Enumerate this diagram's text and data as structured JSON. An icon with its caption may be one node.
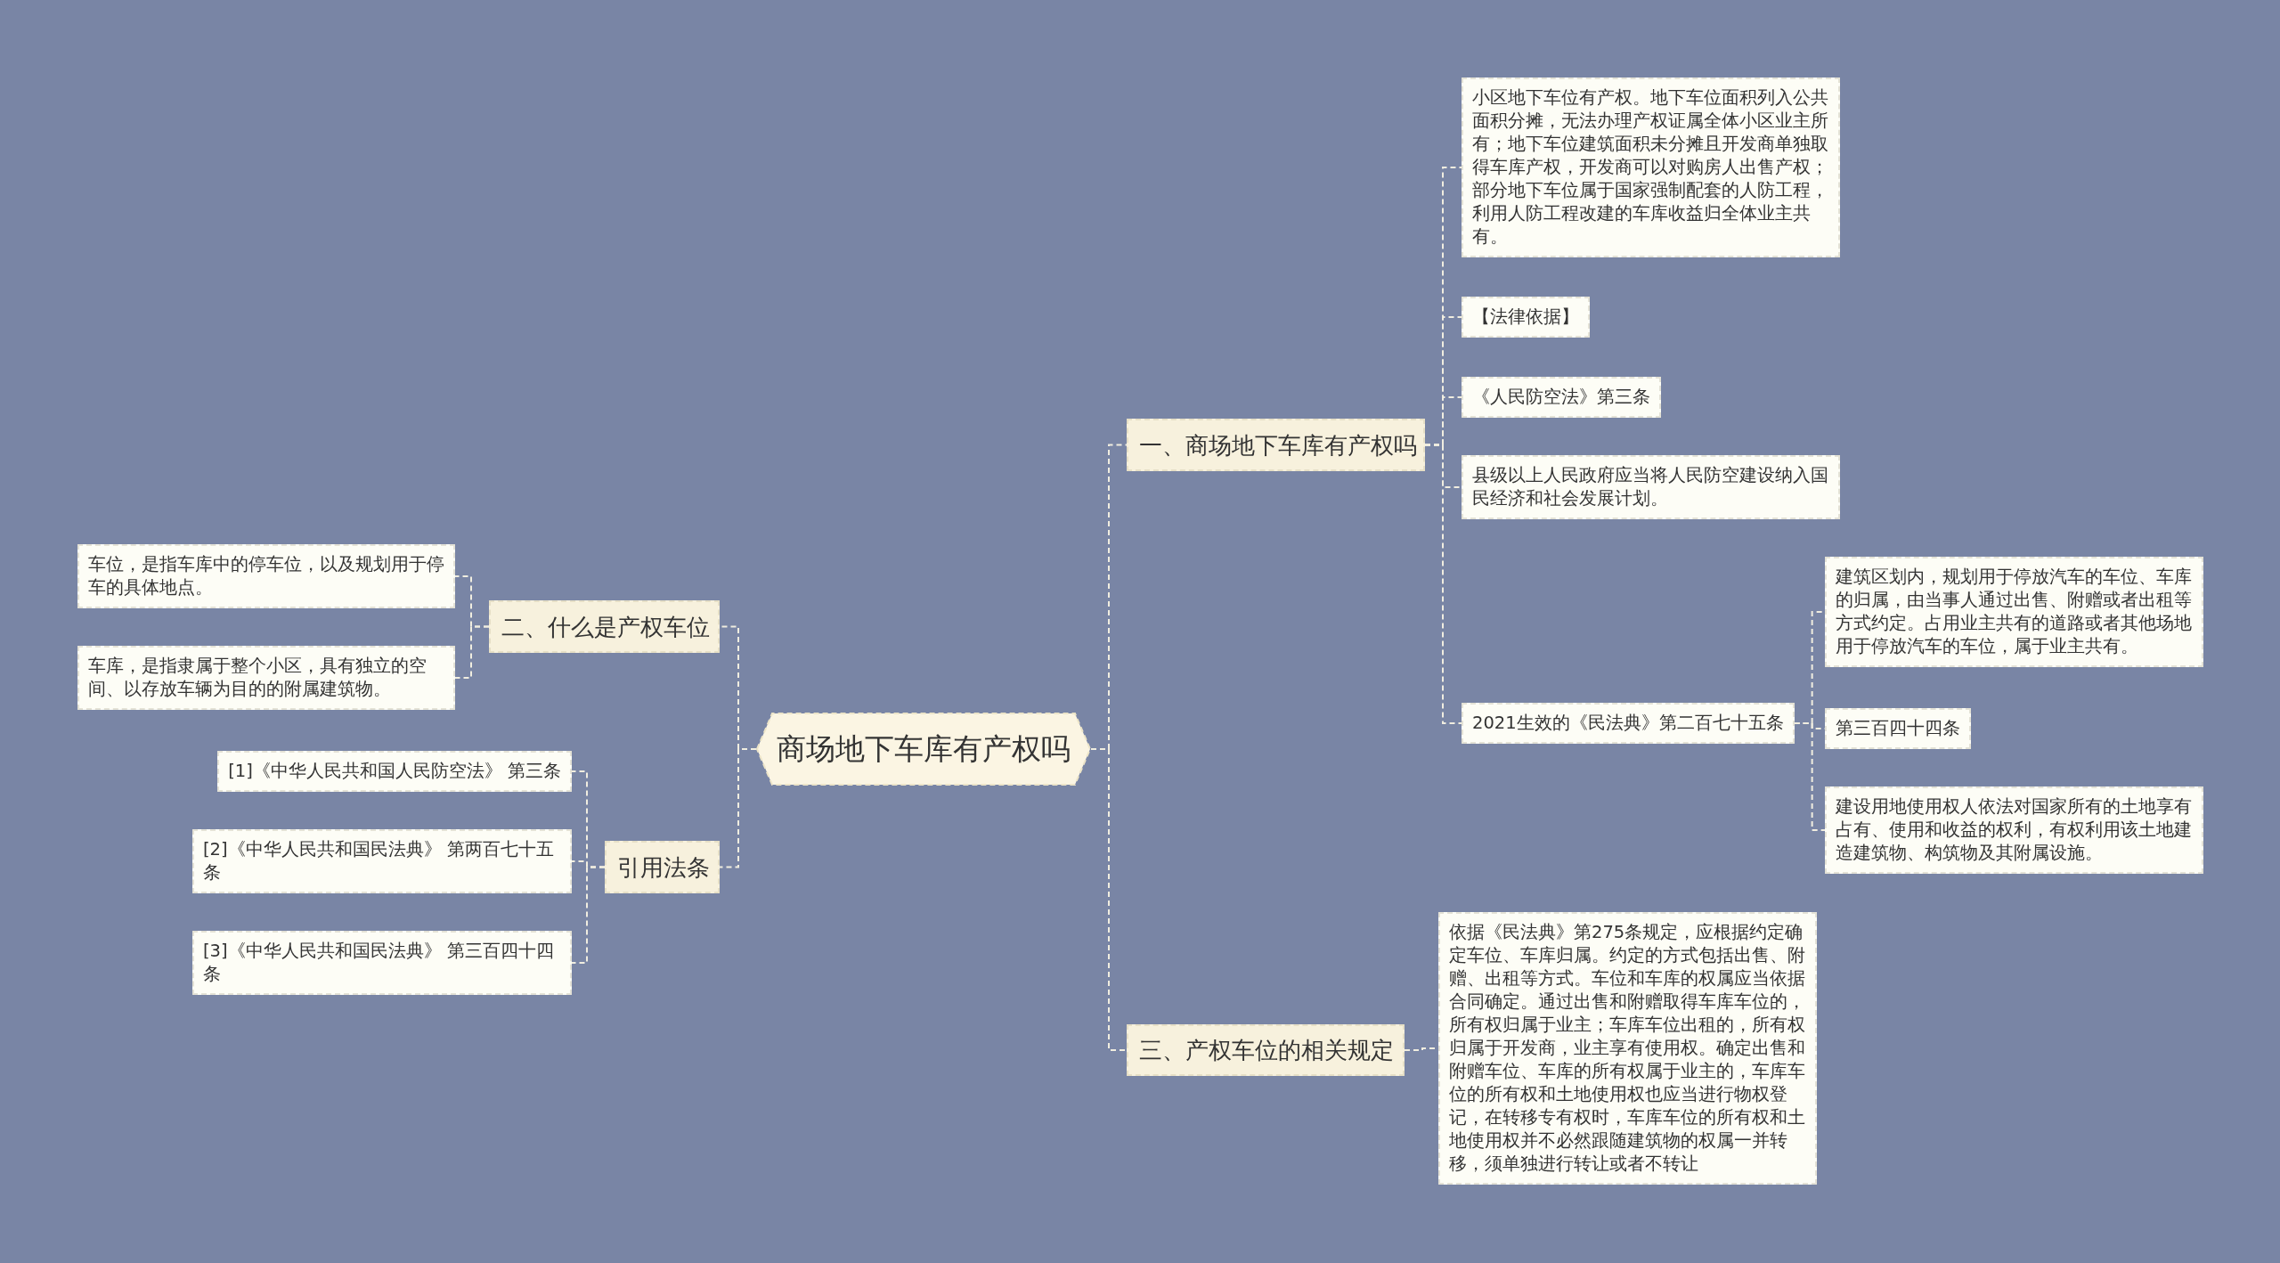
{
  "diagram": {
    "nodes": [
      {
        "text": [
          "商场地下车库有产权吗"
        ]
      },
      {
        "text": [
          "一、商场地下车库有产权吗"
        ]
      },
      {
        "text": [
          "小区地下车位有产权。地下车位面积列入公共面积分摊，无法办理产权证属全体小区业主所有；地下车位建筑面积未分摊且开发商单独取得车库产权，开发商可以对购房人出售产权；部分地下车位属于国家强制配套的人防工程，利用人防工程改建的车库收益归全体业主共有。"
        ]
      },
      {
        "text": [
          "【法律依据】"
        ]
      },
      {
        "text": [
          "《人民防空法》第三条"
        ]
      },
      {
        "text": [
          "县级以上人民政府应当将人民防空建设纳入国民经济和社会发展计划。"
        ]
      },
      {
        "text": [
          "2021生效的《民法典》第二百七十五条"
        ]
      },
      {
        "text": [
          "建筑区划内，规划用于停放汽车的车位、车库的归属，由当事人通过出售、附赠或者出租等方式约定。占用业主共有的道路或者其他场地用于停放汽车的车位，属于业主共有。"
        ]
      },
      {
        "text": [
          "第三百四十四条"
        ]
      },
      {
        "text": [
          "建设用地使用权人依法对国家所有的土地享有占有、使用和收益的权利，有权利用该土地建造建筑物、构筑物及其附属设施。"
        ]
      },
      {
        "text": [
          "三、产权车位的相关规定"
        ]
      },
      {
        "text": [
          "依据《民法典》第275条规定，应根据约定确定车位、车库归属。约定的方式包括出售、附赠、出租等方式。车位和车库的权属应当依据合同确定。通过出售和附赠取得车库车位的，所有权归属于业主；车库车位出租的，所有权归属于开发商，业主享有使用权。确定出售和附赠车位、车库的所有权属于业主的，车库车位的所有权和土地使用权也应当进行物权登记，在转移专有权时，车库车位的所有权和土地使用权并不必然跟随建筑物的权属一并转移，须单独进行转让或者不转让"
        ]
      },
      {
        "text": [
          "二、什么是产权车位"
        ]
      },
      {
        "text": [
          "车位，是指车库中的停车位，以及规划用于停车的具体地点。"
        ]
      },
      {
        "text": [
          "车库，是指隶属于整个小区，具有独立的空间、以存放车辆为目的的附属建筑物。"
        ]
      },
      {
        "text": [
          "引用法条"
        ]
      },
      {
        "text": [
          "[1]《中华人民共和国人民防空法》 第三条"
        ]
      },
      {
        "text": [
          "[2]《中华人民共和国民法典》 第两百七十五条"
        ]
      },
      {
        "text": [
          "[3]《中华人民共和国民法典》 第三百四十四条"
        ]
      }
    ],
    "edges": [
      {
        "from": 0,
        "to": 1,
        "arrow": "none"
      },
      {
        "from": 1,
        "to": 2,
        "arrow": "none"
      },
      {
        "from": 1,
        "to": 3,
        "arrow": "none"
      },
      {
        "from": 1,
        "to": 4,
        "arrow": "none"
      },
      {
        "from": 1,
        "to": 5,
        "arrow": "none"
      },
      {
        "from": 1,
        "to": 6,
        "arrow": "none"
      },
      {
        "from": 6,
        "to": 7,
        "arrow": "none"
      },
      {
        "from": 6,
        "to": 8,
        "arrow": "none"
      },
      {
        "from": 6,
        "to": 9,
        "arrow": "none"
      },
      {
        "from": 0,
        "to": 10,
        "arrow": "none"
      },
      {
        "from": 10,
        "to": 11,
        "arrow": "none"
      },
      {
        "from": 0,
        "to": 12,
        "arrow": "none"
      },
      {
        "from": 12,
        "to": 13,
        "arrow": "none"
      },
      {
        "from": 12,
        "to": 14,
        "arrow": "none"
      },
      {
        "from": 0,
        "to": 15,
        "arrow": "none"
      },
      {
        "from": 15,
        "to": 16,
        "arrow": "none"
      },
      {
        "from": 15,
        "to": 17,
        "arrow": "none"
      },
      {
        "from": 15,
        "to": 18,
        "arrow": "none"
      }
    ]
  }
}
